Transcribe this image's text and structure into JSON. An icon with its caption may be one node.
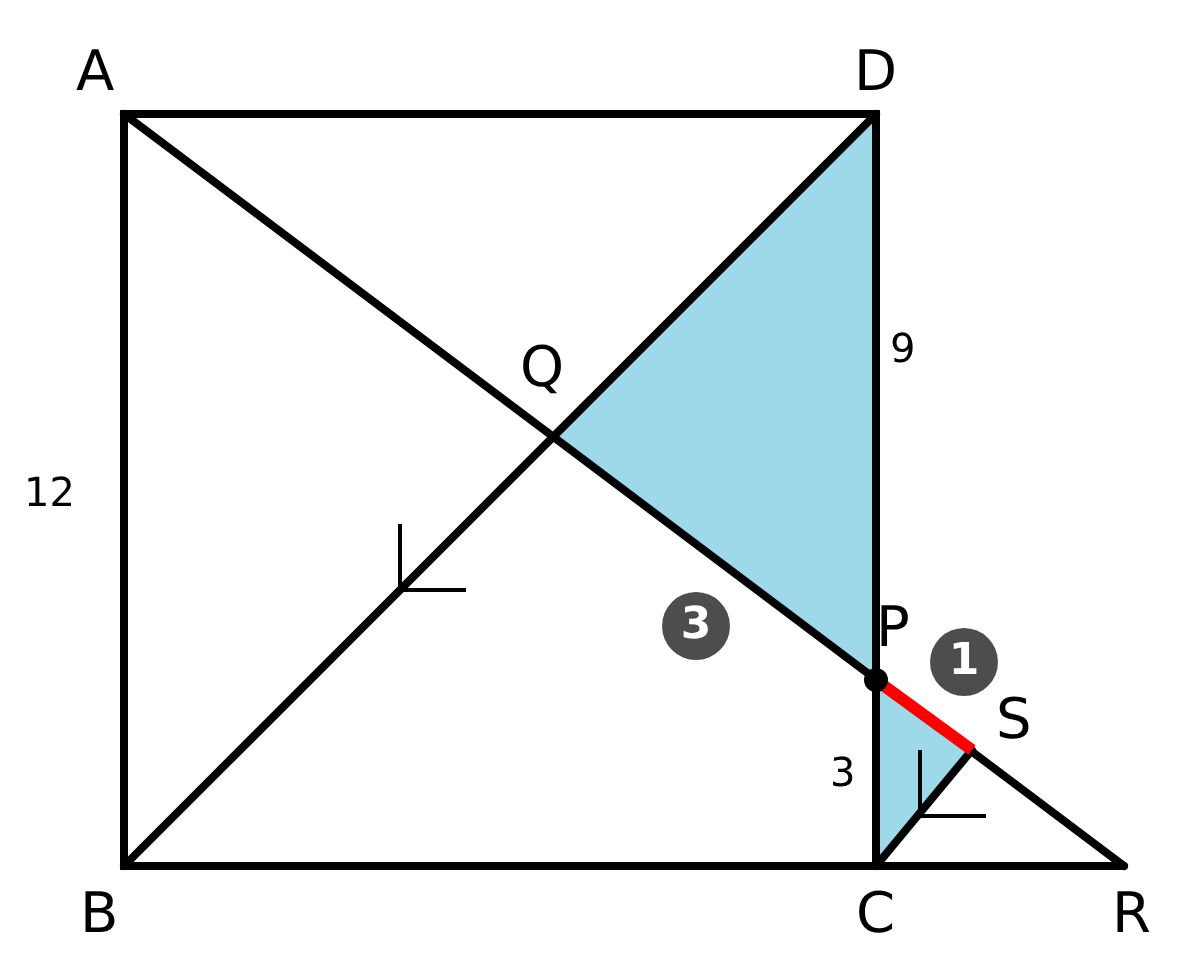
{
  "diagram": {
    "labels": [
      "A",
      "D",
      "Q",
      "9",
      "12",
      "3",
      "P",
      "1",
      "S",
      "3",
      "B",
      "C",
      "R"
    ]
  }
}
